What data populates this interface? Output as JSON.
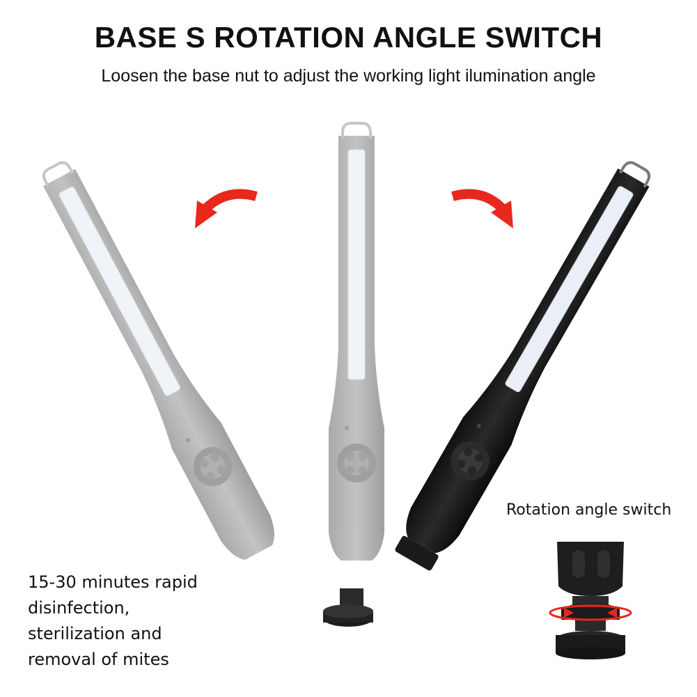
{
  "title": "BASE S ROTATION ANGLE SWITCH",
  "subtitle": "Loosen the base nut to adjust the working light ilumination angle",
  "caption_left": [
    "15-30 minutes rapid",
    "disinfection,",
    "sterilization and",
    "removal of mites"
  ],
  "caption_right": "Rotation angle switch",
  "colors": {
    "arrow": "#e8281c",
    "lamp_dark": "#1d1d1d",
    "lamp_gray": "#a9a9a9",
    "led_strip": "#e9eef7"
  },
  "icons": [
    "rotate-left-arrow-icon",
    "rotate-right-arrow-icon",
    "rotation-circle-arrow-icon"
  ]
}
